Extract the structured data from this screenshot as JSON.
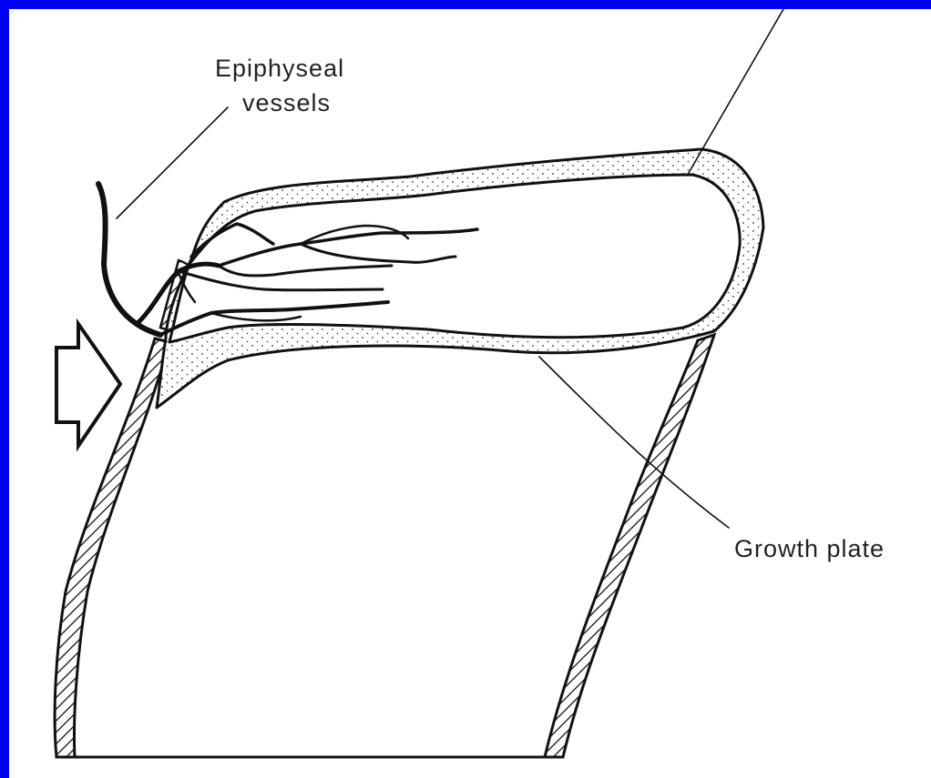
{
  "labels": {
    "epiphyseal_line1": "Epiphyseal",
    "epiphyseal_line2": "vessels",
    "growth_plate": "Growth plate"
  },
  "colors": {
    "border": "#0000f5",
    "background": "#ffffff",
    "ink": "#111111"
  }
}
